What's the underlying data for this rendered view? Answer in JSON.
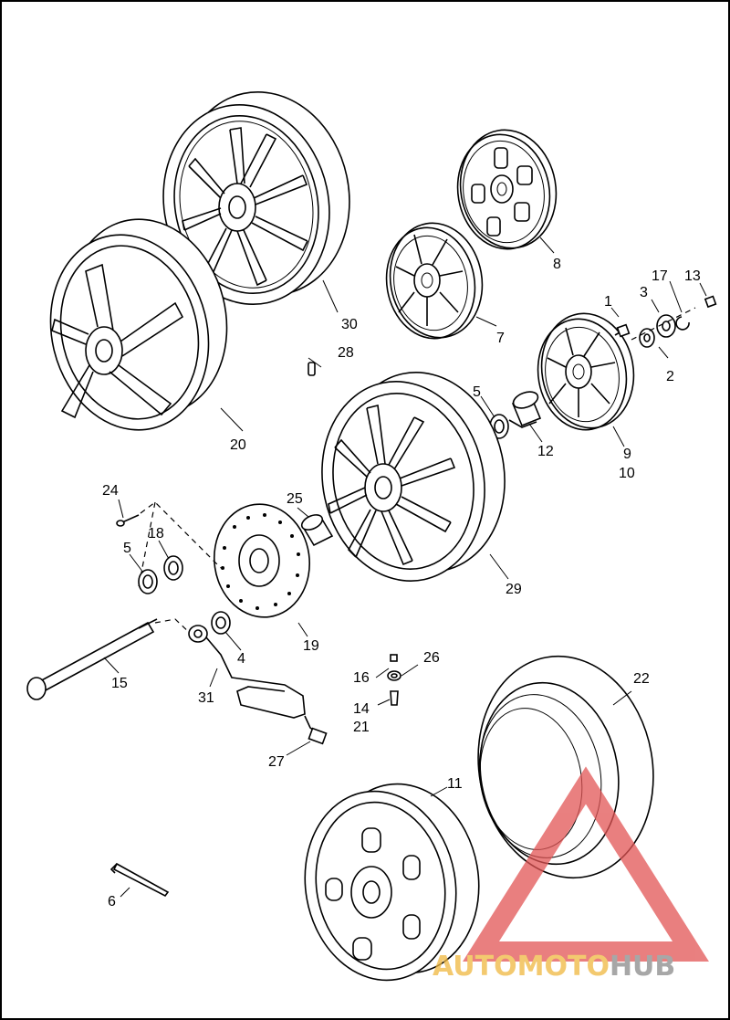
{
  "callouts": {
    "c1": "1",
    "c2": "2",
    "c3": "3",
    "c4": "4",
    "c5a": "5",
    "c5b": "5",
    "c6": "6",
    "c7": "7",
    "c8": "8",
    "c9": "9",
    "c10": "10",
    "c11": "11",
    "c12": "12",
    "c13": "13",
    "c14": "14",
    "c15": "15",
    "c16": "16",
    "c17": "17",
    "c18": "18",
    "c19": "19",
    "c20": "20",
    "c21": "21",
    "c22": "22",
    "c24": "24",
    "c25": "25",
    "c26": "26",
    "c27": "27",
    "c28": "28",
    "c29": "29",
    "c30": "30",
    "c31": "31"
  },
  "watermark": {
    "part1": "AUTO",
    "part2": "MOTO",
    "part3": "HUB"
  },
  "colors": {
    "watermark_triangle": "#e25555",
    "watermark_orange": "#f0b840",
    "watermark_gray": "#8a8a8a"
  }
}
